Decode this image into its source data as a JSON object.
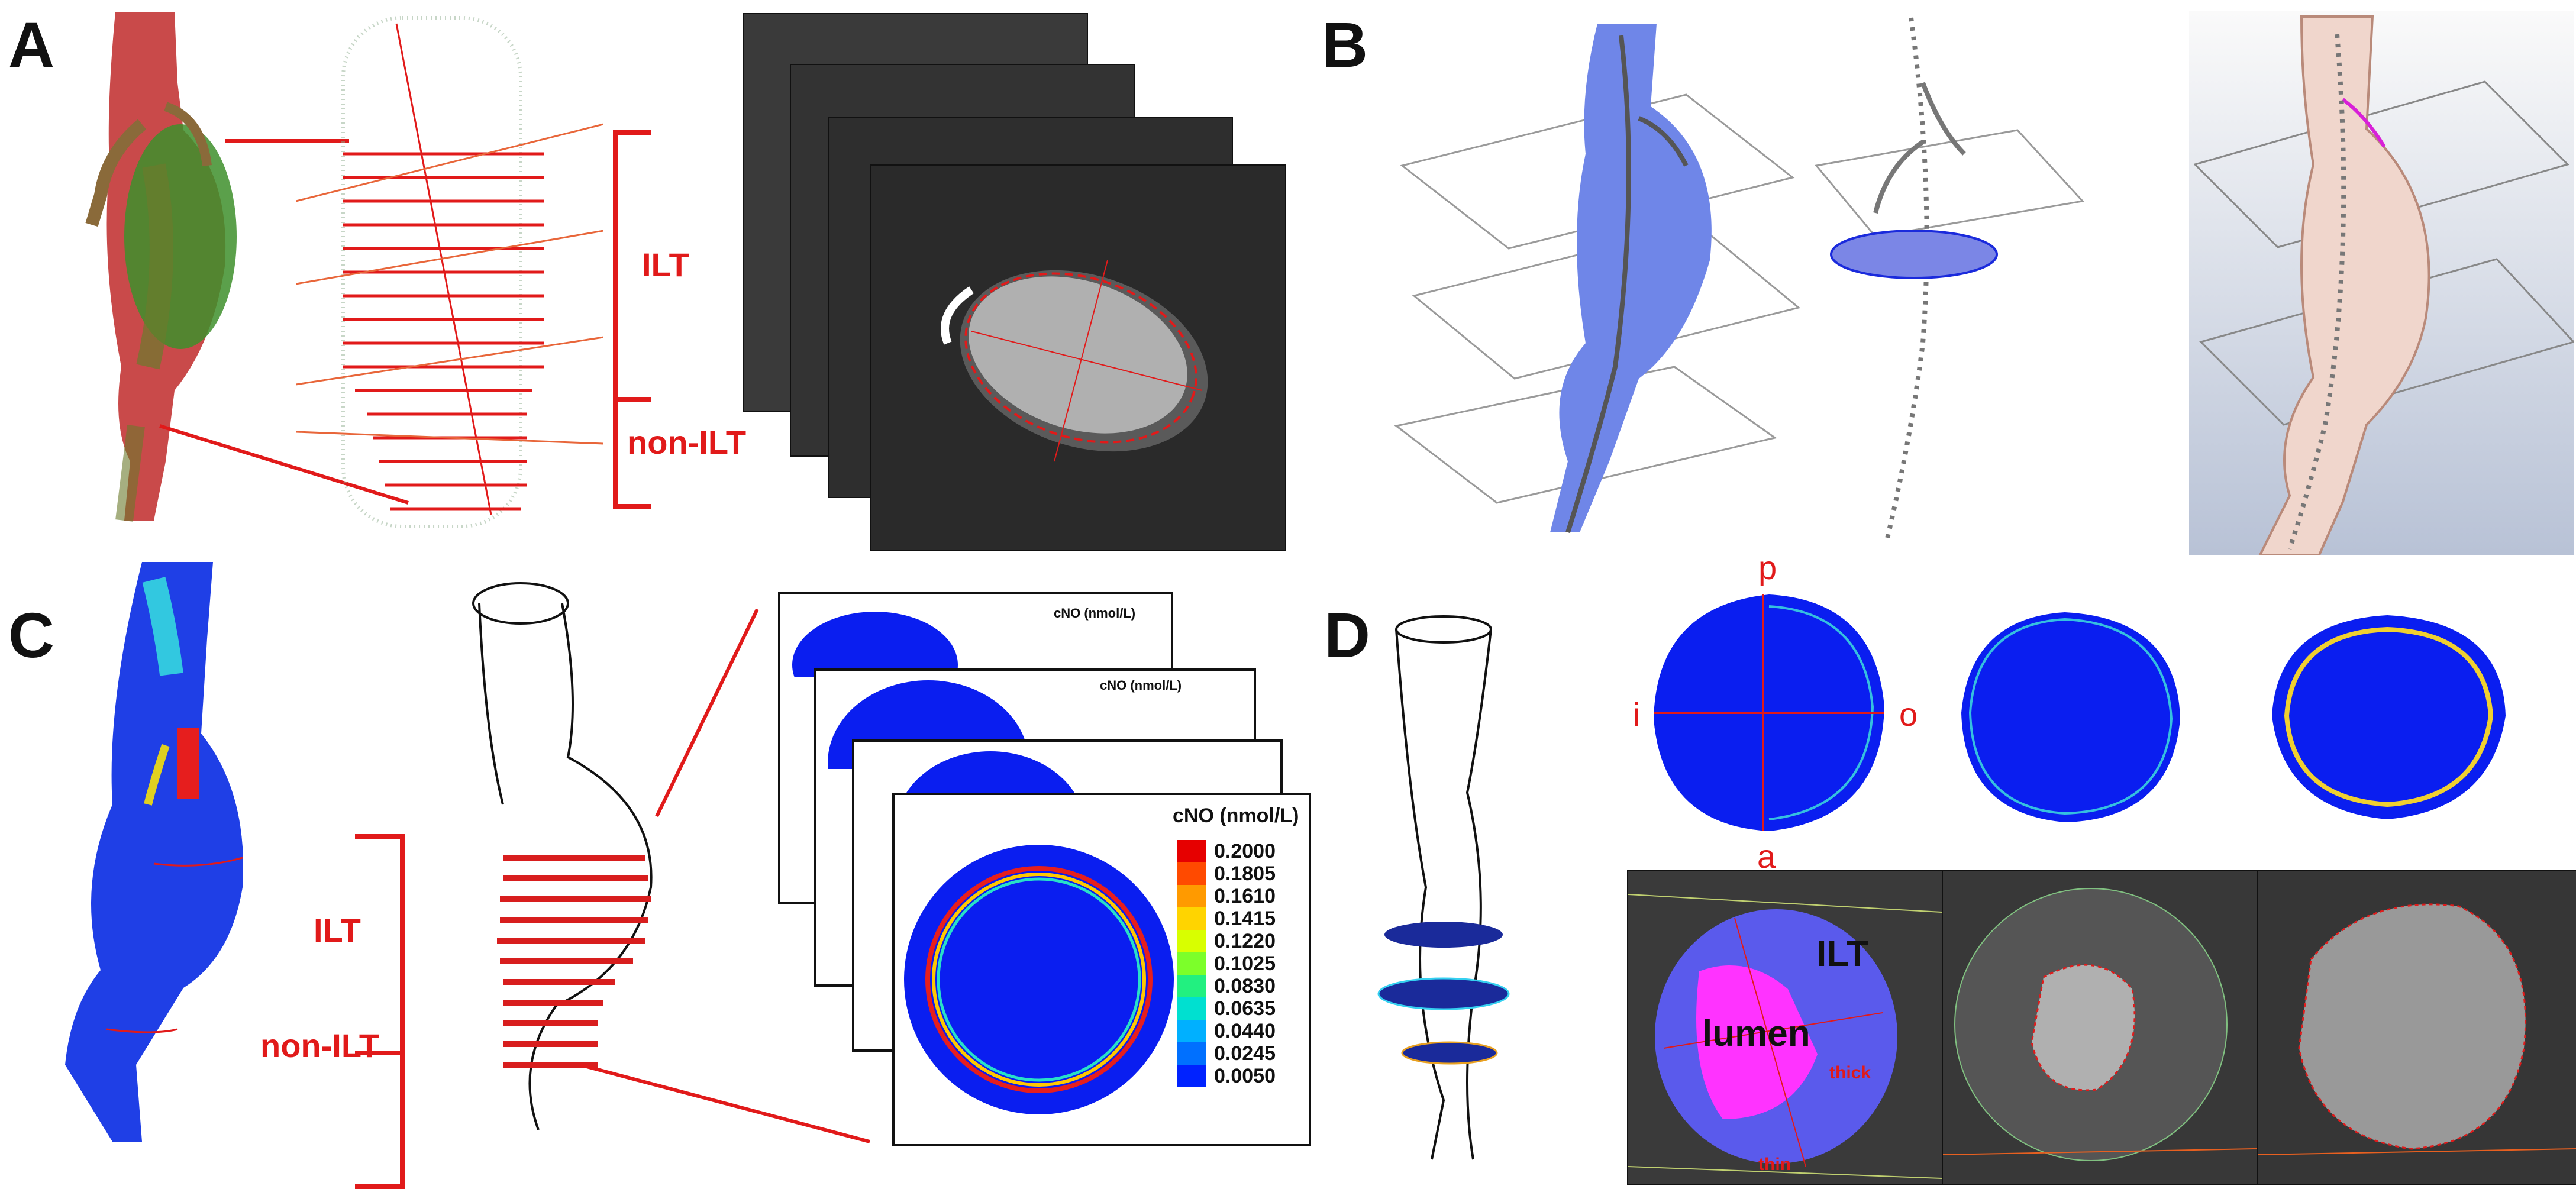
{
  "panels": {
    "A": {
      "label": "A",
      "ilt_label": "ILT",
      "non_ilt_label": "non-ILT"
    },
    "B": {
      "label": "B"
    },
    "C": {
      "label": "C",
      "ilt_label": "ILT",
      "non_ilt_label": "non-ILT",
      "legend_title": "cNO (nmol/L)",
      "legend_values": [
        "0.2000",
        "0.1805",
        "0.1610",
        "0.1415",
        "0.1220",
        "0.1025",
        "0.0830",
        "0.0635",
        "0.0440",
        "0.0245",
        "0.0050"
      ],
      "legend_colors": [
        "#e60000",
        "#ff4a00",
        "#ff9a00",
        "#ffd400",
        "#d8ff00",
        "#7cff2a",
        "#22f080",
        "#00e0d0",
        "#00b0ff",
        "#0070ff",
        "#0022ff"
      ],
      "card_title": "cNO (nmol/L)"
    },
    "D": {
      "label": "D",
      "dir_p": "p",
      "dir_a": "a",
      "dir_i": "i",
      "dir_o": "o",
      "ilt_word": "ILT",
      "lumen_word": "lumen",
      "thick_word": "thick",
      "thin_word": "thin"
    }
  },
  "colors": {
    "accent_red": "#e11a1a",
    "blue_mesh": "#0a1ef0",
    "lumen_magenta": "#ff33ff"
  }
}
